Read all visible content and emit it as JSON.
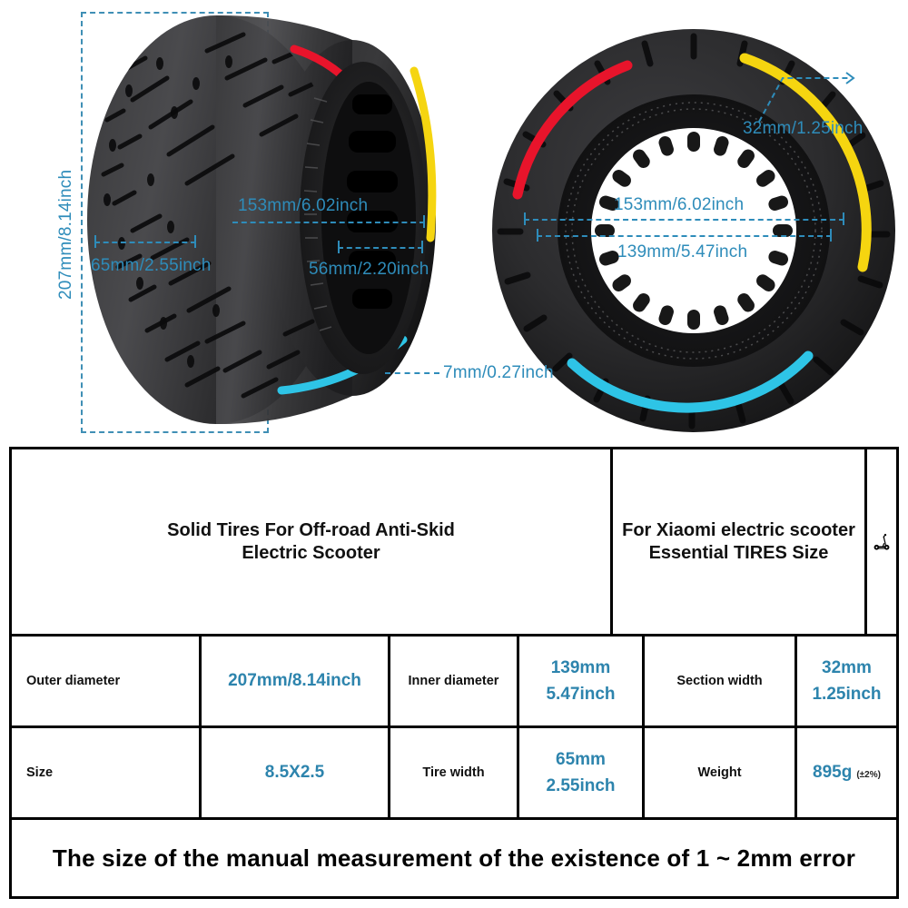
{
  "diagram": {
    "left_tire": {
      "name": "solid-tire-side-view",
      "annotations": [
        {
          "id": "outer-diameter",
          "text": "207mm/8.14inch",
          "orientation": "vertical"
        },
        {
          "id": "tire-width",
          "text": "65mm/2.55inch",
          "orientation": "horizontal"
        },
        {
          "id": "inner-diameter-upper",
          "text": "153mm/6.02inch",
          "orientation": "horizontal"
        },
        {
          "id": "hole-span",
          "text": "56mm/2.20inch",
          "orientation": "horizontal"
        },
        {
          "id": "tread-depth",
          "text": "7mm/0.27inch",
          "orientation": "horizontal"
        }
      ],
      "stripe_colors": {
        "red": "#e8142b",
        "yellow": "#f5d510",
        "cyan": "#2ec4e6"
      }
    },
    "right_tire": {
      "name": "solid-tire-front-view",
      "annotations": [
        {
          "id": "section-width",
          "text": "32mm/1.25inch",
          "orientation": "diagonal"
        },
        {
          "id": "inner-diameter-153",
          "text": "153mm/6.02inch",
          "orientation": "horizontal"
        },
        {
          "id": "inner-diameter-139",
          "text": "139mm/5.47inch",
          "orientation": "horizontal"
        }
      ],
      "stripe_colors": {
        "red": "#e8142b",
        "yellow": "#f5d510",
        "cyan": "#2ec4e6"
      }
    },
    "accent_color": "#2e8cba",
    "dashed_box_label": "outer-diameter-bounding-box"
  },
  "table": {
    "header": {
      "title_left": "Solid Tires For Off-road Anti-Skid Electric Scooter",
      "title_left_line1": "Solid Tires For Off-road Anti-Skid",
      "title_left_line2": "Electric Scooter",
      "title_mid_line1": "For Xiaomi electric scooter",
      "title_mid_line2": "Essential TIRES Size",
      "icon": "electric-scooter-icon"
    },
    "rows": [
      {
        "cells": [
          {
            "label": "Outer diameter",
            "value_line1": "207mm/8.14inch",
            "value_line2": ""
          },
          {
            "label": "Inner diameter",
            "value_line1": "139mm",
            "value_line2": "5.47inch"
          },
          {
            "label": "Section width",
            "value_line1": "32mm",
            "value_line2": "1.25inch"
          }
        ]
      },
      {
        "cells": [
          {
            "label": "Size",
            "value_line1": "8.5X2.5",
            "value_line2": ""
          },
          {
            "label": "Tire width",
            "value_line1": "65mm",
            "value_line2": "2.55inch"
          },
          {
            "label": "Weight",
            "value_line1": "895g",
            "value_line2": "",
            "tolerance": "(±2%)"
          }
        ]
      }
    ],
    "footer": "The size of the manual measurement of the existence of 1 ~ 2mm error",
    "value_color": "#2d84ad"
  }
}
